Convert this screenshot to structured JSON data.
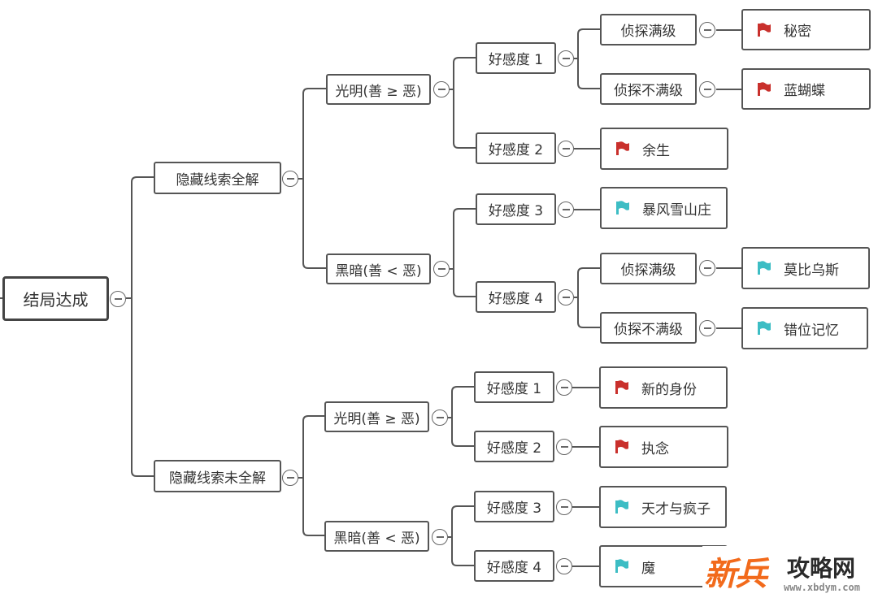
{
  "colors": {
    "flag_red": "#c9302c",
    "flag_teal": "#3dbdc4",
    "line": "#555555",
    "watermark_orange": "#f26a1b"
  },
  "root": {
    "label": "结局达成"
  },
  "branches": [
    {
      "label": "隐藏线索全解",
      "children": [
        {
          "label": "光明(善 ≥ 恶)",
          "children": [
            {
              "label": "好感度 1",
              "children": [
                {
                  "label": "侦探满级",
                  "ending": {
                    "label": "秘密",
                    "flag": "red-flag-icon"
                  }
                },
                {
                  "label": "侦探不满级",
                  "ending": {
                    "label": "蓝蝴蝶",
                    "flag": "red-flag-icon"
                  }
                }
              ]
            },
            {
              "label": "好感度 2",
              "ending": {
                "label": "余生",
                "flag": "red-flag-icon"
              }
            }
          ]
        },
        {
          "label": "黑暗(善 < 恶)",
          "children": [
            {
              "label": "好感度 3",
              "ending": {
                "label": "暴风雪山庄",
                "flag": "teal-flag-icon"
              }
            },
            {
              "label": "好感度 4",
              "children": [
                {
                  "label": "侦探满级",
                  "ending": {
                    "label": "莫比乌斯",
                    "flag": "teal-flag-icon"
                  }
                },
                {
                  "label": "侦探不满级",
                  "ending": {
                    "label": "错位记忆",
                    "flag": "teal-flag-icon"
                  }
                }
              ]
            }
          ]
        }
      ]
    },
    {
      "label": "隐藏线索未全解",
      "children": [
        {
          "label": "光明(善 ≥ 恶)",
          "children": [
            {
              "label": "好感度 1",
              "ending": {
                "label": "新的身份",
                "flag": "red-flag-icon"
              }
            },
            {
              "label": "好感度 2",
              "ending": {
                "label": "执念",
                "flag": "red-flag-icon"
              }
            }
          ]
        },
        {
          "label": "黑暗(善 < 恶)",
          "children": [
            {
              "label": "好感度 3",
              "ending": {
                "label": "天才与疯子",
                "flag": "teal-flag-icon"
              }
            },
            {
              "label": "好感度 4",
              "ending": {
                "label": "魔",
                "flag": "teal-flag-icon"
              }
            }
          ]
        }
      ]
    }
  ],
  "watermark": {
    "brand": "新兵",
    "title": "攻略网",
    "url": "www.xbdym.com"
  }
}
